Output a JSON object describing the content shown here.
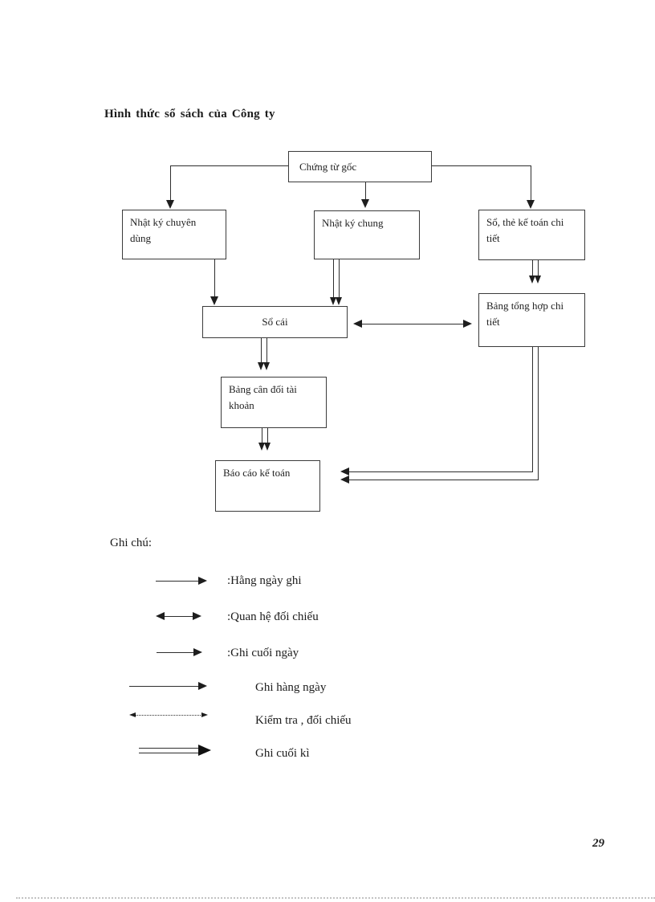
{
  "page": {
    "title": "Hình thức sổ sách của Công ty",
    "page_number": "29"
  },
  "diagram": {
    "nodes": {
      "chung_tu_goc": "Chứng từ gốc",
      "nhat_ky_chuyen_dung": "Nhật ký chuyên dùng",
      "nhat_ky_chung": "Nhật ký chung",
      "so_the_ke_toan_chi_tiet": "Sổ, thẻ kế toán chi tiết",
      "so_cai": "Sổ cái",
      "bang_tong_hop_chi_tiet": "Bảng tổng hợp chi tiết",
      "bang_can_doi_tai_khoan": "Bảng cân đối tài khoản",
      "bao_cao_ke_toan": "Báo cáo kế toán"
    }
  },
  "legend": {
    "heading": "Ghi chú:",
    "items": [
      {
        "arrow": "single-right",
        "label": ":Hằng ngày ghi"
      },
      {
        "arrow": "double-headed",
        "label": ":Quan hệ đối chiếu"
      },
      {
        "arrow": "single-right",
        "label": ":Ghi cuối ngày"
      },
      {
        "arrow": "single-right",
        "label": "Ghi hàng ngày"
      },
      {
        "arrow": "dotted-double-headed",
        "label": "Kiểm tra , đối chiếu"
      },
      {
        "arrow": "double-line-right",
        "label": "Ghi cuối kì"
      }
    ]
  }
}
